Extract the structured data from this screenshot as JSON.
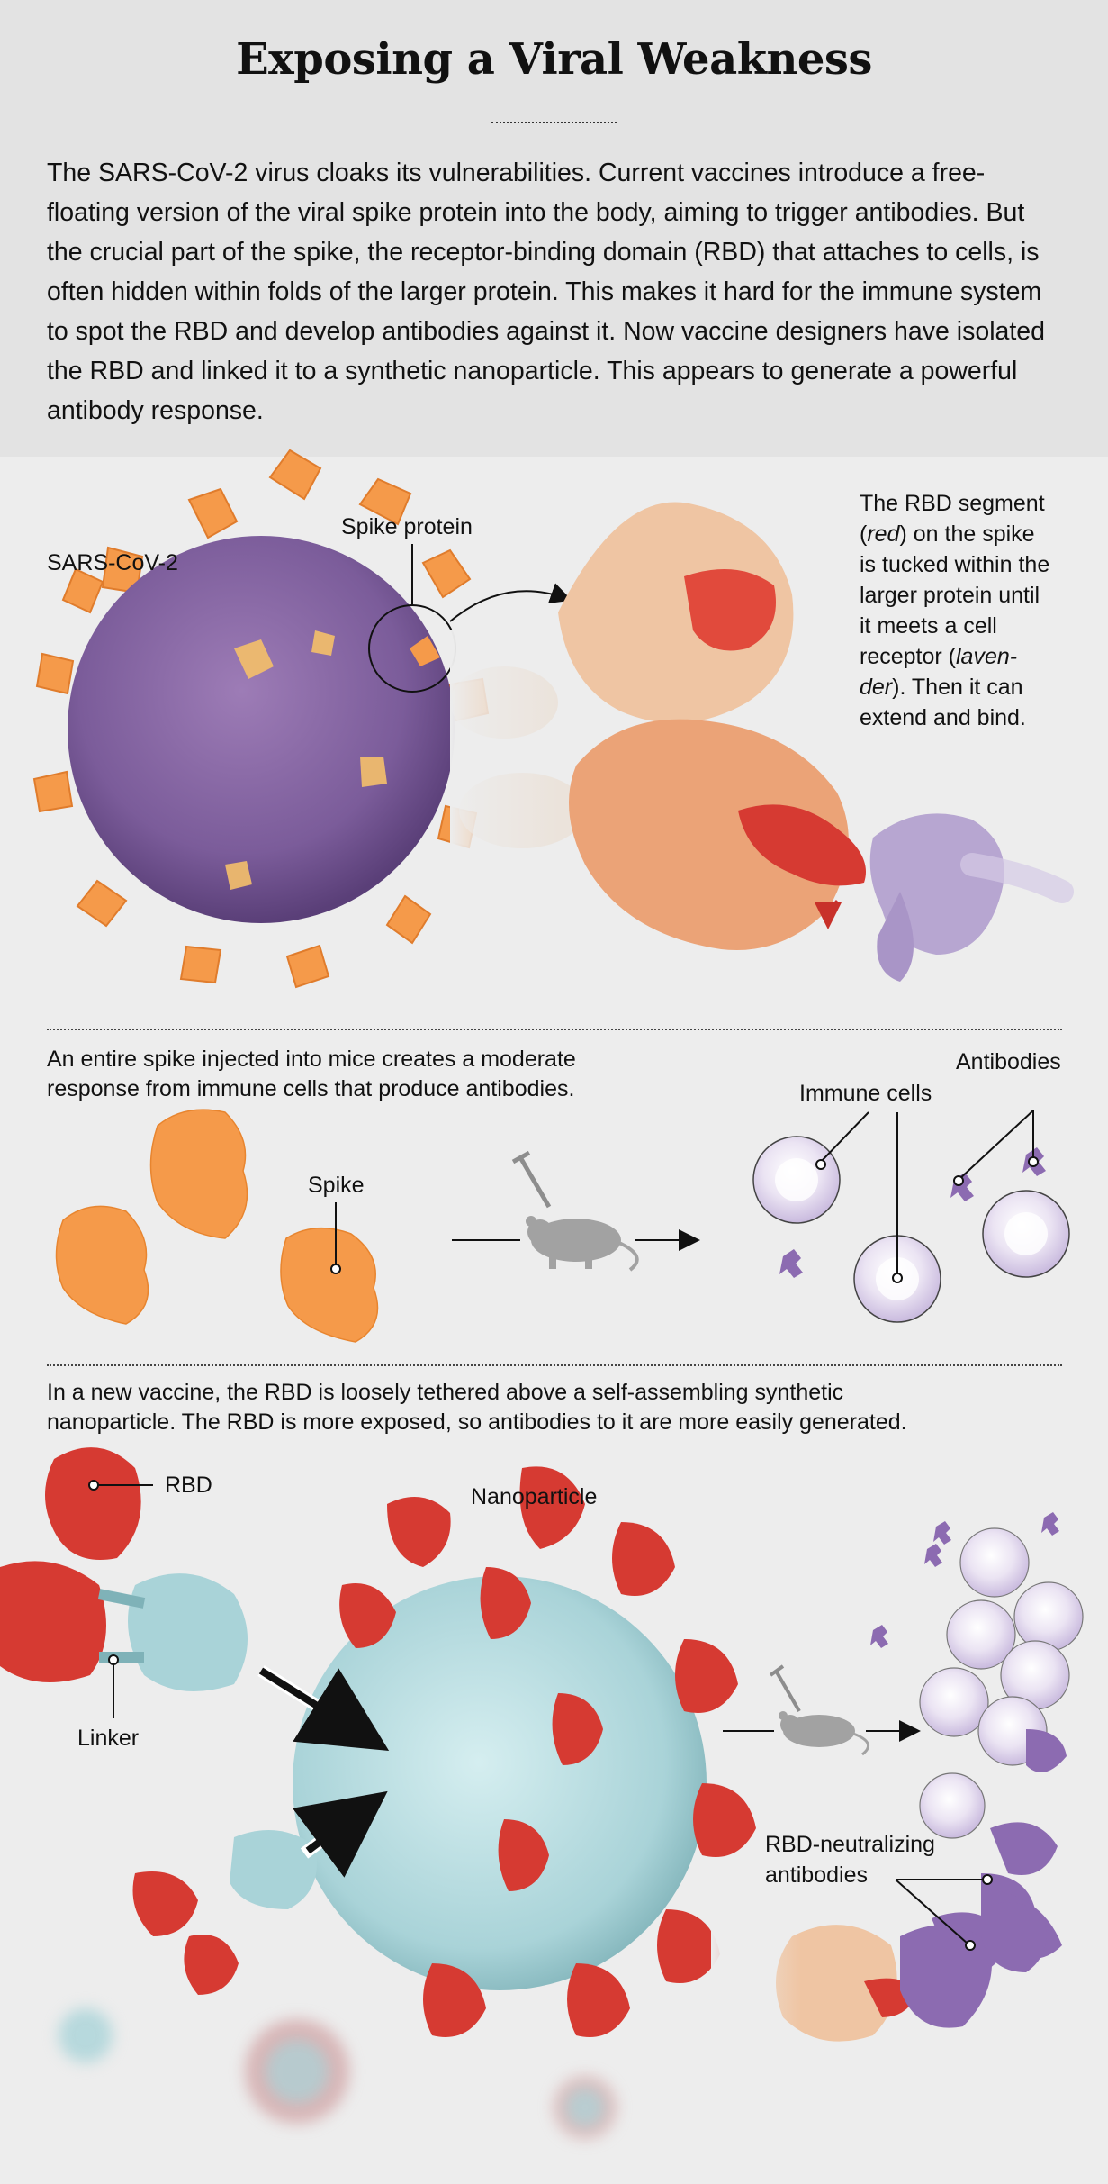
{
  "header": {
    "title": "Exposing a Viral Weakness",
    "intro": "The SARS-CoV-2 virus cloaks its vulnerabilities. Current vaccines introduce a free-floating version of the viral spike protein into the body, aiming to trigger antibodies. But the crucial part of the spike, the receptor-binding domain (RBD) that attaches to cells, is often hidden within folds of the larger protein. This makes it hard for the immune system to spot the RBD and develop antibodies against it. Now vaccine designers have isolated the RBD and linked it to a synthetic nanoparticle. This appears to generate a powerful antibody response."
  },
  "section1": {
    "virus_label": "SARS-CoV-2",
    "spike_label": "Spike protein",
    "note_lines": [
      "The RBD segment",
      "(",
      "red",
      ") on the spike",
      "is tucked within the",
      "larger protein until",
      "it meets a cell",
      "receptor (",
      "laven-",
      "der",
      "). Then it can",
      "extend and bind."
    ]
  },
  "section2": {
    "text": "An entire spike injected into mice creates a moderate response from immune cells that produce antibodies.",
    "spike_label": "Spike",
    "immune_label": "Immune cells",
    "antibodies_label": "Antibodies"
  },
  "section3": {
    "text": "In a new vaccine, the RBD is loosely tethered above a self-assembling synthetic nanoparticle. The RBD is more exposed, so antibodies to it are more easily generated.",
    "rbd_label": "RBD",
    "nano_label": "Nanoparticle",
    "linker_label": "Linker",
    "neutralizing_line1": "RBD-neutralizing",
    "neutralizing_line2": "antibodies"
  },
  "colors": {
    "virus_purple": "#7b5c9a",
    "spike_orange": "#f59a4a",
    "rbd_red": "#d63a32",
    "nano_teal": "#a9d3d8",
    "cell_lavender": "#d9cfe8",
    "antibody_purple": "#8c6bb1"
  }
}
